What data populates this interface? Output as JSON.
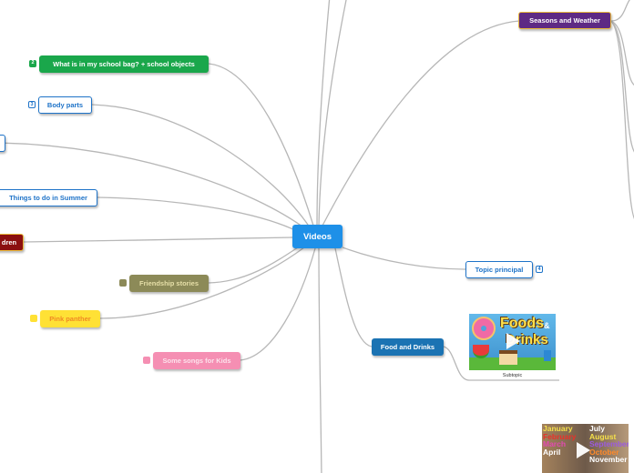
{
  "center": {
    "label": "Videos"
  },
  "topics": [
    {
      "id": "seasons",
      "label": "Seasons and Weather",
      "style": "purple"
    },
    {
      "id": "schoolbag",
      "label": "What is in my school bag? + school objects",
      "style": "green",
      "badge": "2"
    },
    {
      "id": "bodyparts",
      "label": "Body parts",
      "style": "outline-blue",
      "badge": "3"
    },
    {
      "id": "summer",
      "label": "Things to do in Summer",
      "style": "outline-blue"
    },
    {
      "id": "children",
      "label": "dren",
      "style": "dark-red"
    },
    {
      "id": "friendship",
      "label": "Friendship stories",
      "style": "olive"
    },
    {
      "id": "pinkpanther",
      "label": "Pink panther",
      "style": "yellow"
    },
    {
      "id": "songs",
      "label": "Some songs for Kids",
      "style": "pink"
    },
    {
      "id": "topic",
      "label": "Topic principal",
      "style": "outline-blue",
      "badge": "4"
    },
    {
      "id": "food",
      "label": "Food and Drinks",
      "style": "teal"
    }
  ],
  "subtopic": {
    "caption": "Subtopic",
    "art_words": [
      "Foods",
      "&",
      "Drinks"
    ]
  },
  "months_video": {
    "left_months": [
      "January",
      "February",
      "March",
      "April"
    ],
    "right_months": [
      "July",
      "August",
      "September",
      "October",
      "November"
    ]
  },
  "colors": {
    "link": "#b7b7b7",
    "center": "#1e90e8",
    "purple": "#5e2a84",
    "purple_border": "#e8b83a",
    "green": "#1aa74b",
    "blue_outline": "#1e73c8",
    "dark_red": "#8b0f0f",
    "olive": "#8c8a58",
    "olive_text": "#e6dfa8",
    "yellow": "#ffe135",
    "yellow_text": "#f08a24",
    "pink": "#f58fb3",
    "pink_text": "#fce3ec",
    "teal": "#1b73b3"
  }
}
